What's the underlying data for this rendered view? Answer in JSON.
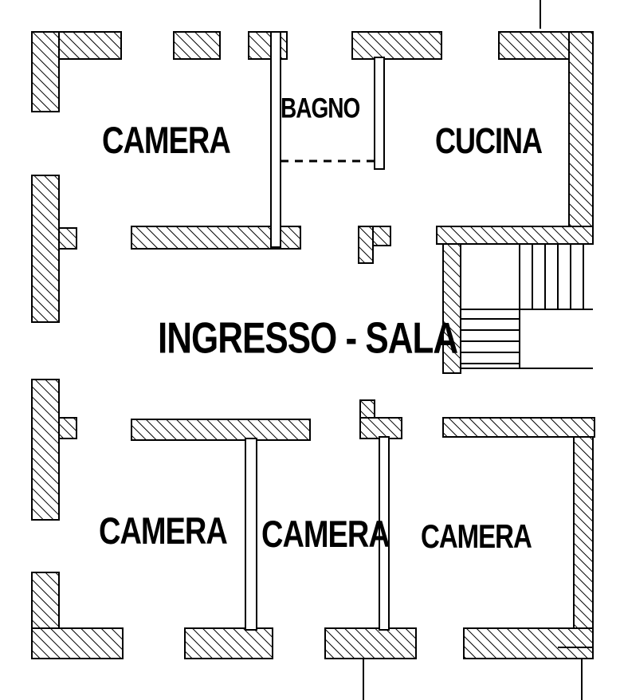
{
  "rooms": {
    "camera_top_left": "CAMERA",
    "bagno": "BAGNO",
    "cucina": "CUCINA",
    "ingresso_sala": "INGRESSO - SALA",
    "camera_bottom_left": "CAMERA",
    "camera_bottom_middle": "CAMERA",
    "camera_bottom_right": "CAMERA"
  },
  "colors": {
    "ink": "#000000",
    "paper": "#ffffff"
  }
}
